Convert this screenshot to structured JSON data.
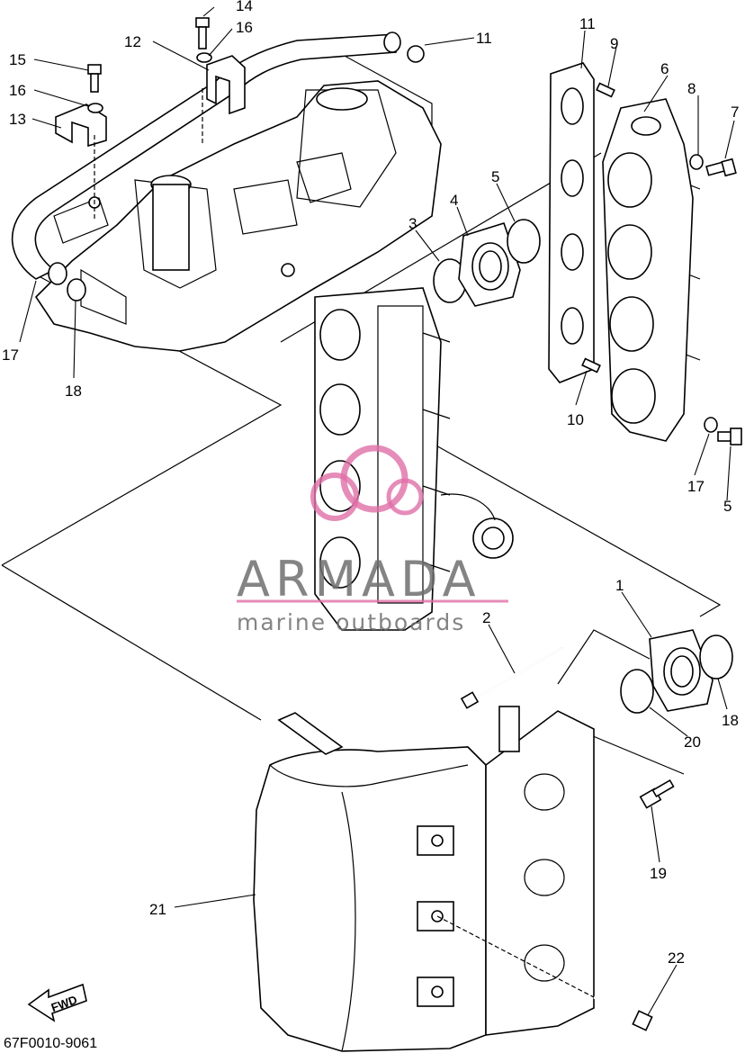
{
  "diagram": {
    "code": "67F0010-9061",
    "fwd_label": "FWD",
    "watermark": {
      "brand": "ARMADA",
      "tagline": "marine outboards",
      "accent_color": "#e06fa8",
      "text_color": "#6f6f6f"
    },
    "callouts": [
      "1",
      "2",
      "3",
      "4",
      "5",
      "5",
      "6",
      "7",
      "8",
      "9",
      "10",
      "11",
      "11",
      "12",
      "13",
      "14",
      "15",
      "16",
      "16",
      "17",
      "17",
      "18",
      "18",
      "19",
      "20",
      "21",
      "22"
    ]
  }
}
